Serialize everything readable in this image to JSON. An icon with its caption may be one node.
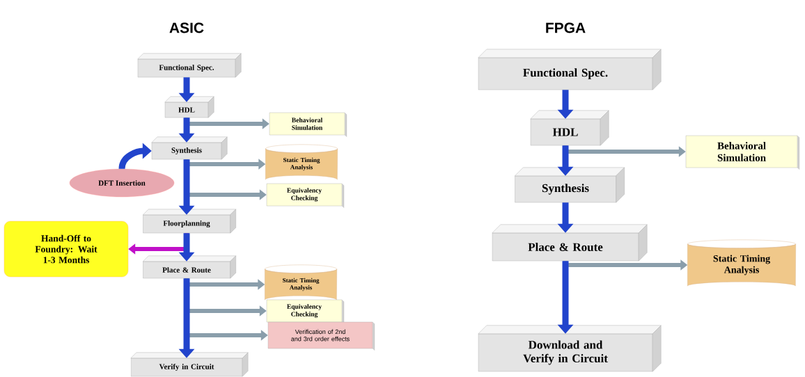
{
  "diagram": {
    "nodes": [
      {
        "text": [
          "Functional Spec."
        ]
      },
      {
        "text": [
          "HDL"
        ]
      },
      {
        "text": [
          "Behavioral Simulation"
        ]
      },
      {
        "text": [
          "Synthesis"
        ]
      },
      {
        "text": [
          "DFT Insertion"
        ]
      },
      {
        "text": [
          "Static Timing Analysis"
        ]
      },
      {
        "text": [
          "Equivalency Checking"
        ]
      },
      {
        "text": [
          "Floorplanning"
        ]
      },
      {
        "text": [
          "Hand-Off to Foundry: Wait 1-3 Months"
        ]
      },
      {
        "text": [
          "Place & Route"
        ]
      },
      {
        "text": [
          "Static Timing Analysis"
        ]
      },
      {
        "text": [
          "Equivalency Checking"
        ]
      },
      {
        "text": [
          "Verification of 2nd and 3rd order effects"
        ]
      },
      {
        "text": [
          "Verify in Circuit"
        ]
      },
      {
        "text": [
          "Functional Spec."
        ]
      },
      {
        "text": [
          "HDL"
        ]
      },
      {
        "text": [
          "Behavioral Simulation"
        ]
      },
      {
        "text": [
          "Synthesis"
        ]
      },
      {
        "text": [
          "Place & Route"
        ]
      },
      {
        "text": [
          "Static Timing Analysis"
        ]
      },
      {
        "text": [
          "Download and Verify in Circuit"
        ]
      }
    ],
    "edges": [
      {
        "from": 0,
        "to": 1,
        "arrow": "to"
      },
      {
        "from": 1,
        "to": 3,
        "arrow": "to"
      },
      {
        "from": 1,
        "to": 2,
        "arrow": "to",
        "color": "#8a9eab"
      },
      {
        "from": 4,
        "to": 3,
        "arrow": "to"
      },
      {
        "from": 3,
        "to": 7,
        "arrow": "to"
      },
      {
        "from": 3,
        "to": 5,
        "arrow": "to",
        "color": "#8a9eab"
      },
      {
        "from": 3,
        "to": 6,
        "arrow": "to",
        "color": "#8a9eab"
      },
      {
        "from": 7,
        "to": 9,
        "arrow": "to"
      },
      {
        "from": 7,
        "to": 8,
        "arrow": "to",
        "color": "#c010c8"
      },
      {
        "from": 9,
        "to": 13,
        "arrow": "to"
      },
      {
        "from": 9,
        "to": 10,
        "arrow": "to",
        "color": "#8a9eab"
      },
      {
        "from": 9,
        "to": 11,
        "arrow": "to",
        "color": "#8a9eab"
      },
      {
        "from": 9,
        "to": 12,
        "arrow": "to",
        "color": "#8a9eab"
      },
      {
        "from": 14,
        "to": 15,
        "arrow": "to"
      },
      {
        "from": 15,
        "to": 17,
        "arrow": "to"
      },
      {
        "from": 15,
        "to": 16,
        "arrow": "to",
        "color": "#8a9eab"
      },
      {
        "from": 17,
        "to": 18,
        "arrow": "to"
      },
      {
        "from": 18,
        "to": 20,
        "arrow": "to"
      },
      {
        "from": 18,
        "to": 19,
        "arrow": "to",
        "color": "#8a9eab"
      }
    ],
    "labels": [
      "ASIC",
      "FPGA"
    ]
  }
}
